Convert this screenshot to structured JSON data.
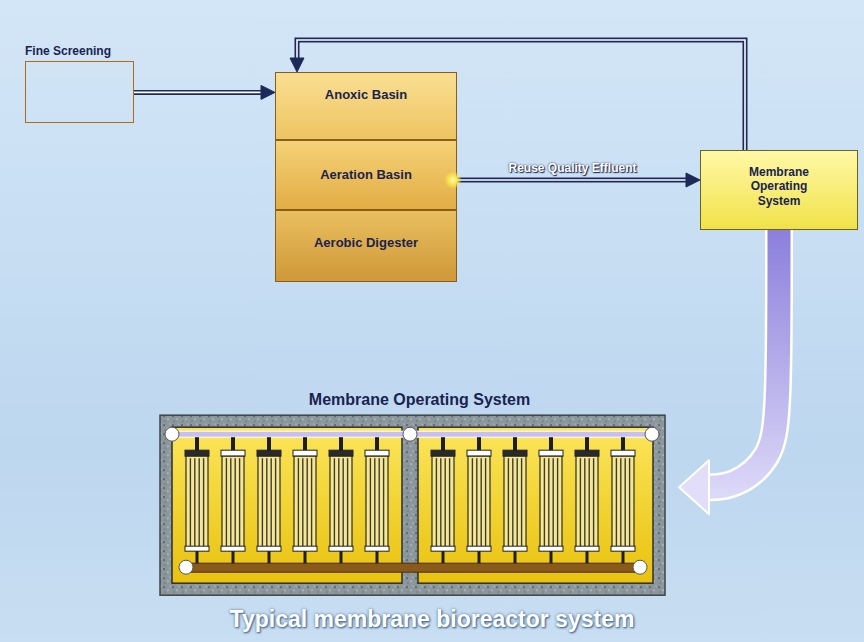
{
  "diagram": {
    "caption": "Typical membrane bioreactor system",
    "nodes": [
      {
        "text": [
          "Fine Screening"
        ]
      },
      {
        "text": [
          "Anoxic Basin"
        ]
      },
      {
        "text": [
          "Aeration Basin"
        ]
      },
      {
        "text": [
          "Aerobic Digester"
        ]
      },
      {
        "text": [
          "Membrane Operating System"
        ]
      },
      {
        "text": [
          "Membrane Operating System"
        ]
      }
    ],
    "edges": [
      {
        "from": 0,
        "to": 1,
        "arrow": "to"
      },
      {
        "from": 2,
        "to": 4,
        "label": "Reuse Quality Effluent",
        "arrow": "to"
      },
      {
        "from": 4,
        "to": 1,
        "arrow": "to"
      },
      {
        "from": 4,
        "to": 5,
        "arrow": "to"
      }
    ]
  }
}
